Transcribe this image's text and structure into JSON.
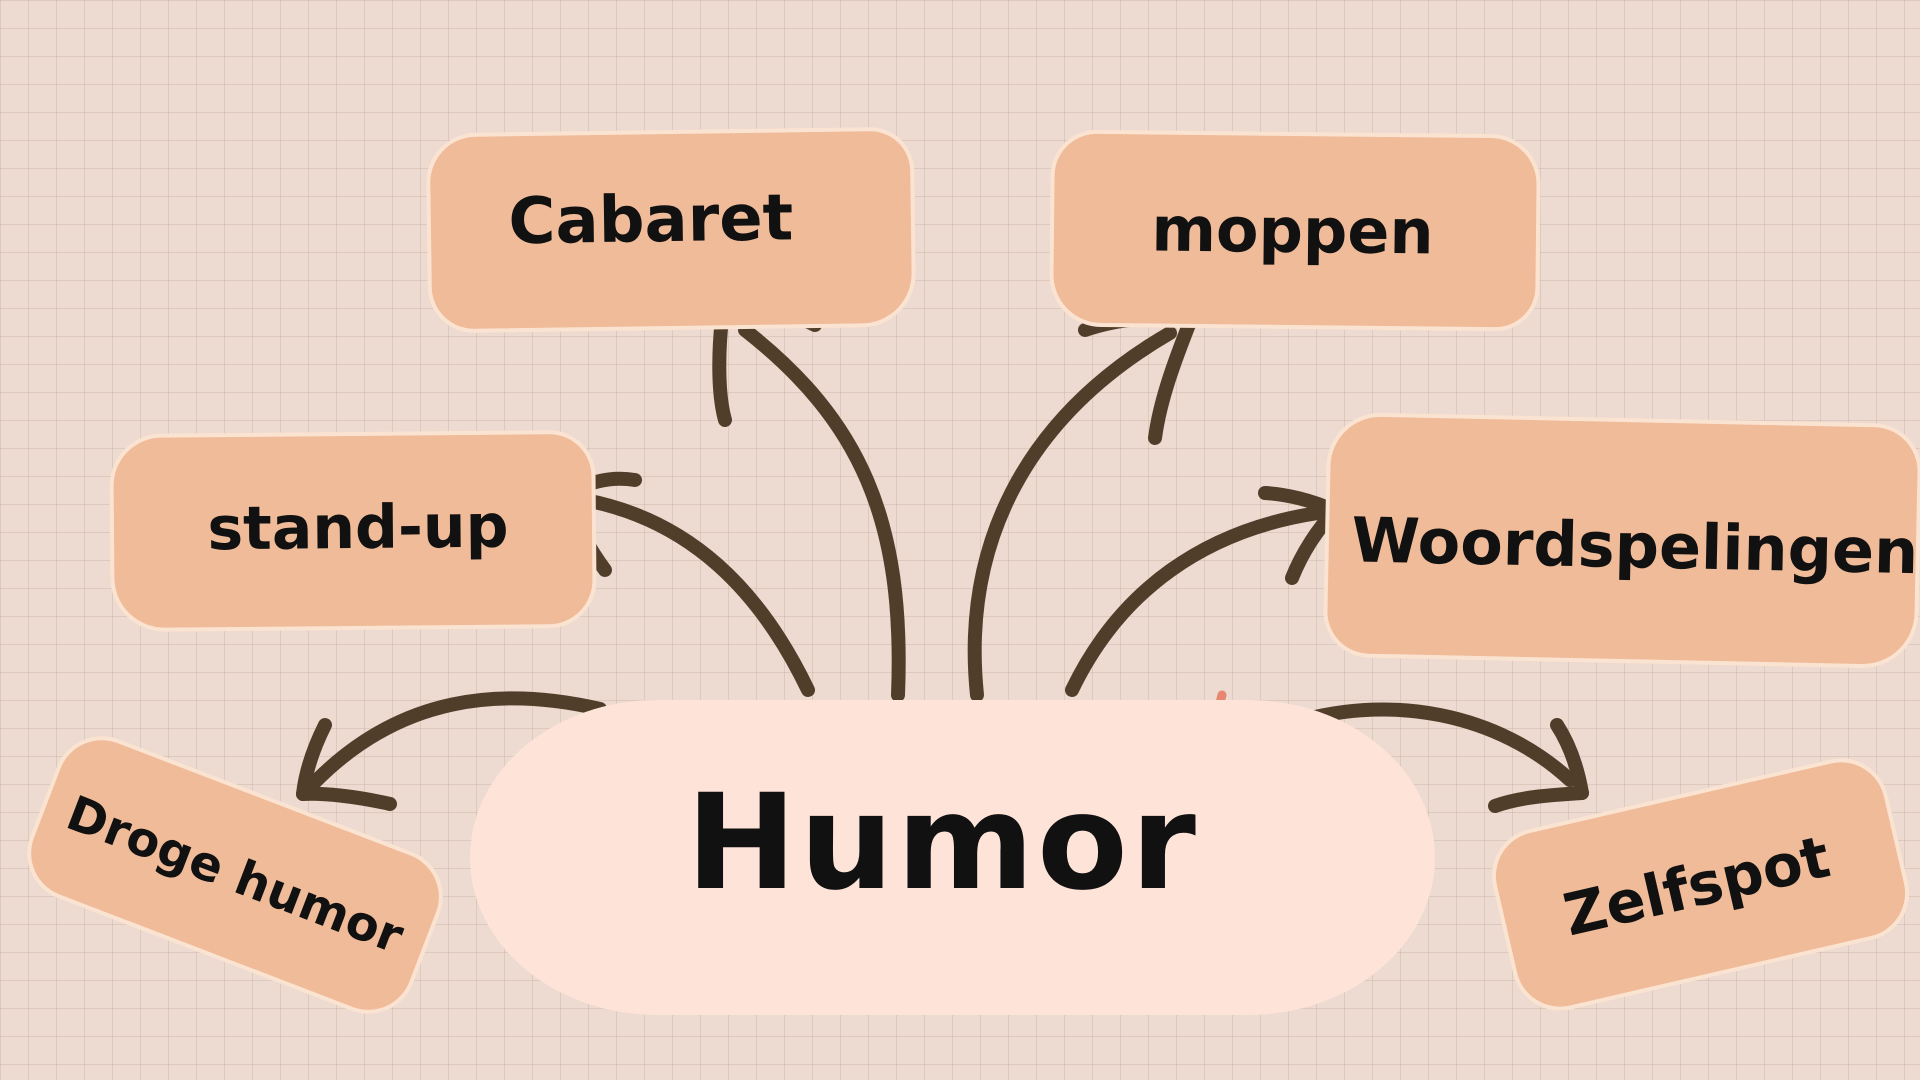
{
  "central": {
    "label": "Humor"
  },
  "branches": [
    {
      "id": "cabaret",
      "label": "Cabaret"
    },
    {
      "id": "moppen",
      "label": "moppen"
    },
    {
      "id": "stand-up",
      "label": "stand-up"
    },
    {
      "id": "woordspelingen",
      "label": "Woordspelingen"
    },
    {
      "id": "droge-humor",
      "label": "Droge humor"
    },
    {
      "id": "zelfspot",
      "label": "Zelfspot"
    }
  ],
  "colors": {
    "background": "#eddad0",
    "grid": "#d8c2b6",
    "node_fill": "#f0bb98",
    "node_border": "#fbe3d2",
    "hub_fill": "#fde3d8",
    "arrow": "#513e2a",
    "accent_marks": "#e88672",
    "text": "#111111"
  }
}
